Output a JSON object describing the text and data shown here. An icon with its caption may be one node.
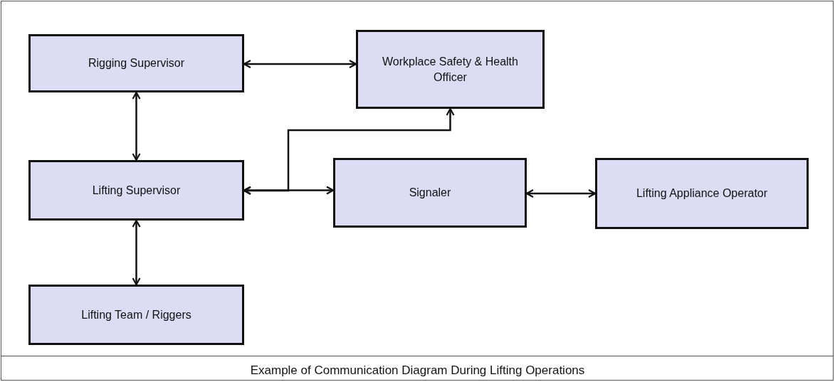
{
  "diagram": {
    "caption": "Example of Communication Diagram During Lifting Operations",
    "nodes": [
      {
        "text": [
          "Rigging Supervisor"
        ]
      },
      {
        "text": [
          "Workplace Safety & Health Officer"
        ]
      },
      {
        "text": [
          "Lifting Supervisor"
        ]
      },
      {
        "text": [
          "Signaler"
        ]
      },
      {
        "text": [
          "Lifting Appliance Operator"
        ]
      },
      {
        "text": [
          "Lifting Team / Riggers"
        ]
      }
    ],
    "edges": [
      {
        "from": 0,
        "to": 1,
        "arrow": "both"
      },
      {
        "from": 0,
        "to": 2,
        "arrow": "both"
      },
      {
        "from": 2,
        "to": 3,
        "arrow": "both"
      },
      {
        "from": 1,
        "to": 2,
        "arrow": "both"
      },
      {
        "from": 3,
        "to": 4,
        "arrow": "both"
      },
      {
        "from": 2,
        "to": 5,
        "arrow": "both"
      }
    ]
  }
}
